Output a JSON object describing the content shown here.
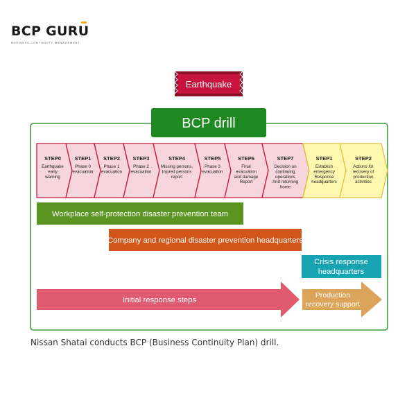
{
  "brand": {
    "name": "BCP GURU",
    "tagline": "BUSINESS CONTINUITY MANAGEMENT"
  },
  "diagram": {
    "trigger": "Earthquake",
    "title": "BCP drill",
    "initial_steps": [
      {
        "step": "STEP0",
        "desc": [
          "Earthquake",
          "early",
          "warning"
        ]
      },
      {
        "step": "STEP1",
        "desc": [
          "Phase 0",
          "evacuation"
        ]
      },
      {
        "step": "STEP2",
        "desc": [
          "Phase 1",
          "evacuation"
        ]
      },
      {
        "step": "STEP3",
        "desc": [
          "Phase 2",
          "evacuation"
        ]
      },
      {
        "step": "STEP4",
        "desc": [
          "Missing persons,",
          "Injured persons",
          "report"
        ]
      },
      {
        "step": "STEP5",
        "desc": [
          "Phase 3",
          "evacuation"
        ]
      },
      {
        "step": "STEP6",
        "desc": [
          "Final",
          "evacuation",
          "and damage",
          "Report"
        ]
      },
      {
        "step": "STEP7",
        "desc": [
          "Decision on",
          "continuing",
          "operations",
          "And returning",
          "home"
        ]
      }
    ],
    "recovery_steps": [
      {
        "step": "STEP1",
        "desc": [
          "Establish",
          "emergency",
          "Response",
          "headquarters"
        ]
      },
      {
        "step": "STEP2",
        "desc": [
          "Actions for",
          "recovery of",
          "production",
          "activities"
        ]
      }
    ],
    "teams": {
      "workplace": "Workplace self-protection disaster prevention team",
      "company_regional": "Company and regional disaster prevention headquarters",
      "crisis": [
        "Crisis response",
        "headquarters"
      ]
    },
    "phases": {
      "initial": "Initial response steps",
      "recovery": [
        "Production",
        "recovery support"
      ]
    },
    "colors": {
      "red": "#c8143c",
      "step_pink_fill": "#f6d6dc",
      "step_yellow_fill": "#fdf7b0",
      "step_yellow_border": "#e0c23c",
      "green": "#1f8a22",
      "frame_green": "#3e9a3a",
      "olive_green": "#5b9421",
      "orange": "#d2561a",
      "teal": "#16a4b2",
      "pink_arrow": "#e05a70",
      "tan_arrow": "#dba45a"
    }
  },
  "caption": "Nissan Shatai conducts BCP (Business Continuity Plan) drill."
}
